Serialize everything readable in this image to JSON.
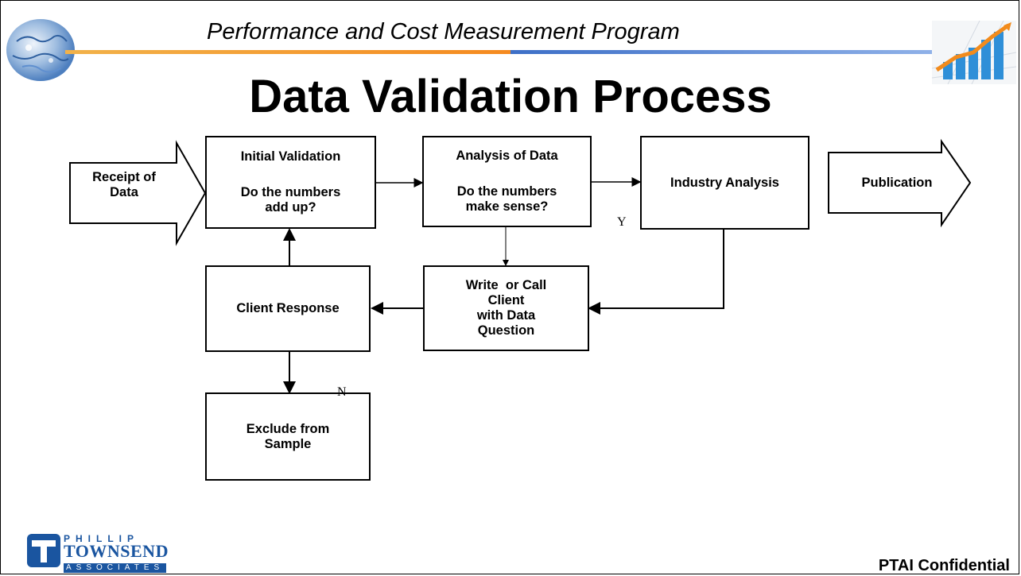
{
  "header": {
    "subtitle": "Performance and Cost Measurement Program",
    "title": "Data Validation Process"
  },
  "flow": {
    "receipt": "Receipt of Data",
    "initial_validation": {
      "title": "Initial Validation",
      "question": "Do the numbers add up?"
    },
    "analysis": {
      "title": "Analysis of Data",
      "question": "Do the numbers make sense?"
    },
    "industry": "Industry Analysis",
    "publication": "Publication",
    "client_response": "Client Response",
    "write_call": [
      "Write  or Call",
      "Client",
      "with Data",
      "Question"
    ],
    "exclude": [
      "Exclude from",
      "Sample"
    ],
    "label_yes": "Y",
    "label_no": "N"
  },
  "footer": {
    "confidential": "PTAI Confidential",
    "logo_line1": "PHILLIP",
    "logo_line2": "TOWNSEND",
    "logo_line3": "ASSOCIATES"
  },
  "colors": {
    "accent_orange": "#f58a1f",
    "accent_blue": "#3d6fc7",
    "logo_blue": "#1a55a0"
  }
}
